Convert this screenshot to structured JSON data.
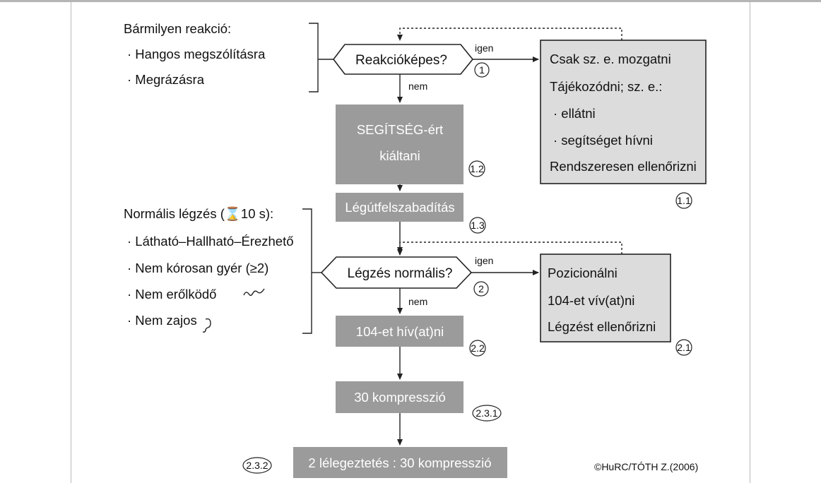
{
  "left_group1": {
    "title": "Bármilyen reakció:",
    "items": [
      "· Hangos megszólításra",
      "· Megrázásra"
    ]
  },
  "left_group2": {
    "title": "Normális légzés (⌛10 s):",
    "items": [
      "· Látható–Hallható–Érezhető",
      "· Nem kórosan gyér (≥2)",
      "· Nem erőlködő",
      "· Nem zajos"
    ]
  },
  "decision1": {
    "text": "Reakcióképes?",
    "yes": "igen",
    "no": "nem",
    "step": "1"
  },
  "decision2": {
    "text": "Légzés normális?",
    "yes": "igen",
    "no": "nem",
    "step": "2"
  },
  "box_segitseg": {
    "lines": [
      "SEGÍTSÉG-ért",
      "kiáltani"
    ],
    "step": "1.2"
  },
  "box_legut": {
    "text": "Légútfelszabadítás",
    "step": "1.3"
  },
  "box_104": {
    "text": "104-et hív(at)ni",
    "step": "2.2"
  },
  "box_30": {
    "text": "30 kompresszió",
    "step": "2.3.1"
  },
  "box_2to30": {
    "text": "2 lélegeztetés : 30 kompresszió",
    "step": "2.3.2"
  },
  "box_yes1": {
    "lines": [
      "Csak sz. e. mozgatni",
      "Tájékozódni; sz. e.:",
      "· ellátni",
      "· segítséget hívni",
      "Rendszeresen ellenőrizni"
    ],
    "step": "1.1"
  },
  "box_yes2": {
    "lines": [
      "Pozicionálni",
      "104-et vív(at)ni",
      "Légzést ellenőrizni"
    ],
    "step": "2.1"
  },
  "copyright": "©HuRC/TÓTH Z.(2006)",
  "colors": {
    "dark_box": "#9b9b9b",
    "light_box": "#dcdcdc",
    "line": "#222222"
  }
}
